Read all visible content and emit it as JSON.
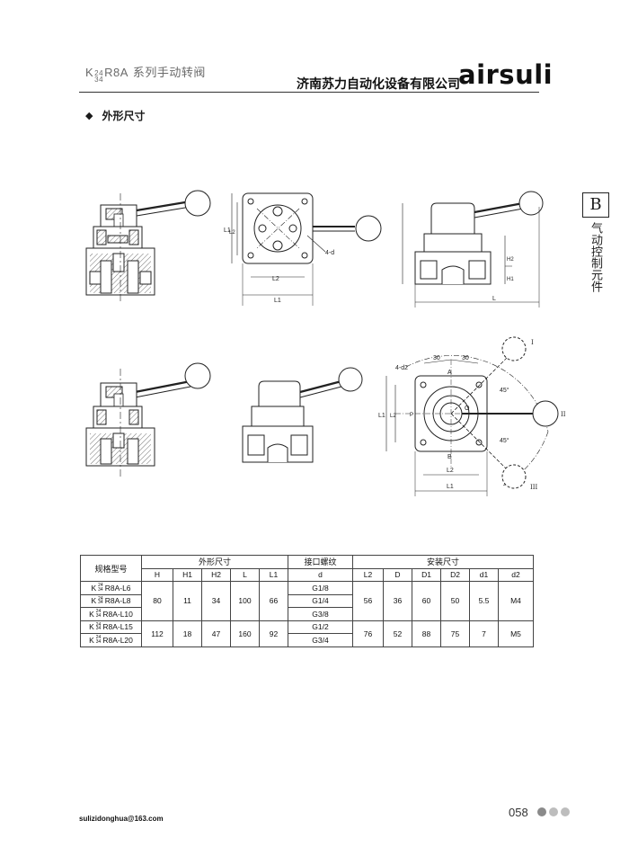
{
  "header": {
    "series_k": "K",
    "series_sup": "24",
    "series_sub": "34",
    "series_model": "R8A",
    "series_title": "系列手动转阀",
    "company": "济南苏力自动化设备有限公司",
    "brand": "airsuli"
  },
  "section": {
    "bullet": "◆",
    "title": "外形尺寸"
  },
  "side_tab": {
    "letter": "B",
    "text": "气动控制元件"
  },
  "drawing_labels": {
    "l1": "L1",
    "l2": "L2",
    "l": "L",
    "h1": "H1",
    "h2": "H2",
    "d_hole": "4-d",
    "d2_hole": "4-d2",
    "angle_a": "30",
    "angle_b": "30",
    "angle_c": "45°",
    "angle_d": "45°",
    "pos_1": "I",
    "pos_2": "II",
    "pos_3": "III",
    "port_a": "A",
    "port_b": "B",
    "port_o": "O",
    "port_p": "P"
  },
  "table": {
    "groups": {
      "model": "规格型号",
      "outline": "外形尺寸",
      "port": "接口螺纹",
      "mount": "安装尺寸"
    },
    "cols": [
      "H",
      "H1",
      "H2",
      "L",
      "L1",
      "d",
      "L2",
      "D",
      "D1",
      "D2",
      "d1",
      "d2"
    ],
    "models": [
      {
        "k": "K",
        "sup": "24",
        "sub": "34",
        "name": "R8A-L6"
      },
      {
        "k": "K",
        "sup": "24",
        "sub": "34",
        "name": "R8A-L8"
      },
      {
        "k": "K",
        "sup": "24",
        "sub": "34",
        "name": "R8A-L10"
      },
      {
        "k": "K",
        "sup": "24",
        "sub": "34",
        "name": "R8A-L15"
      },
      {
        "k": "K",
        "sup": "24",
        "sub": "34",
        "name": "R8A-L20"
      }
    ],
    "threads": [
      "G1/8",
      "G1/4",
      "G3/8",
      "G1/2",
      "G3/4"
    ],
    "group1": {
      "H": "80",
      "H1": "11",
      "H2": "34",
      "L": "100",
      "L1": "66",
      "L2": "56",
      "D": "36",
      "D1": "60",
      "D2": "50",
      "d1": "5.5",
      "d2": "M4"
    },
    "group2": {
      "H": "112",
      "H1": "18",
      "H2": "47",
      "L": "160",
      "L1": "92",
      "L2": "76",
      "D": "52",
      "D1": "88",
      "D2": "75",
      "d1": "7",
      "d2": "M5"
    }
  },
  "footer": {
    "email": "sulizidonghua@163.com",
    "page_number": "058"
  }
}
